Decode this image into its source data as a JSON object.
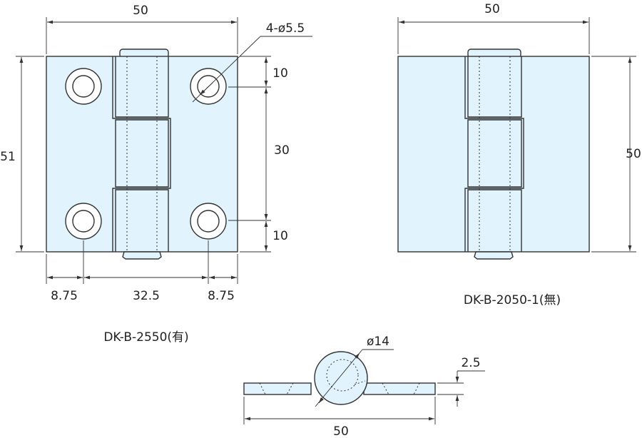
{
  "hinge_with_holes": {
    "model": "DK-B-2550(有)",
    "width": "50",
    "height": "51",
    "hole_spec": "4-ø5.5",
    "hole_offset_top": "10",
    "hole_pitch": "30",
    "hole_offset_bottom": "10",
    "hole_edge_left": "8.75",
    "hole_pitch_horizontal": "32.5",
    "hole_edge_right": "8.75"
  },
  "hinge_without_holes": {
    "model": "DK-B-2050-1(無)",
    "width": "50",
    "height": "50"
  },
  "side_view": {
    "knuckle_diameter": "ø14",
    "thickness": "2.5",
    "width": "50"
  },
  "colors": {
    "fill": "#e1f4fd",
    "line": "#333333"
  }
}
